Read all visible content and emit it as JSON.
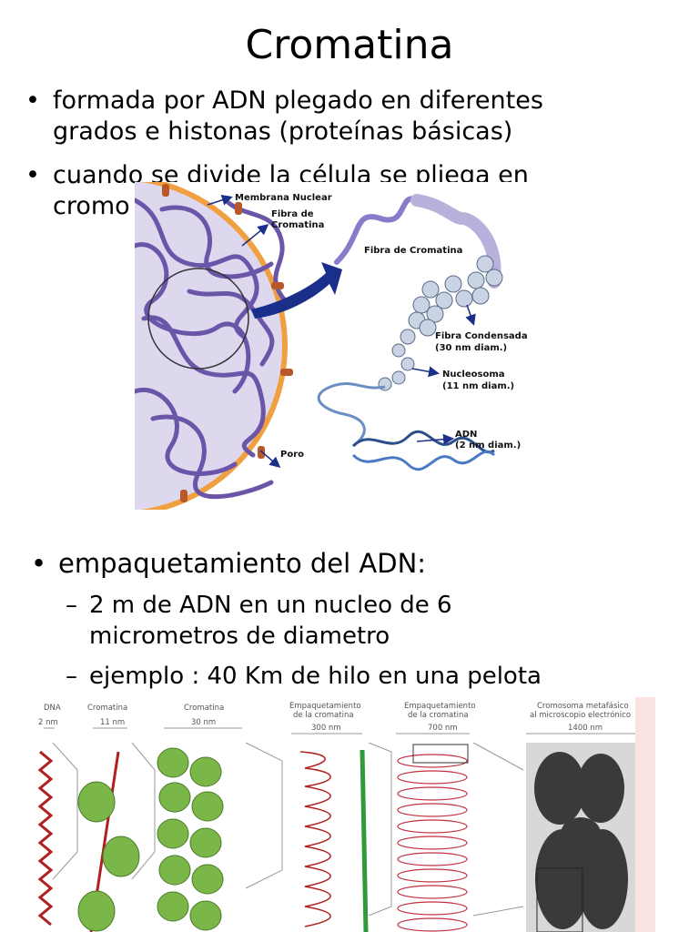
{
  "title": "Cromatina",
  "bullets": [
    {
      "line1": "formada por ADN plegado en diferentes",
      "line2": "grados e histonas (proteínas básicas)"
    },
    {
      "line1": "cuando se divide la célula se pliega en",
      "line2": "cromo"
    }
  ],
  "section2": {
    "heading": "empaquetamiento del ADN:",
    "items": [
      {
        "line1": "2 m de ADN en un nucleo de 6",
        "line2": "micrometros de diametro"
      },
      {
        "line1": "ejemplo : 40 Km de hilo en una pelota",
        "line2": ""
      }
    ]
  },
  "figure1": {
    "labels": {
      "membrana": "Membrana Nuclear",
      "fibra1": "Fibra de",
      "fibra2": "Cromatina",
      "fibra_main": "Fibra de Cromatina",
      "condensada1": "Fibra Condensada",
      "condensada2": "(30 nm diam.)",
      "nucleosoma1": "Nucleosoma",
      "nucleosoma2": "(11 nm diam.)",
      "adn1": "ADN",
      "adn2": "(2 nm diam.)",
      "poro": "Poro"
    }
  },
  "figure2": {
    "columns": [
      {
        "title": "DNA",
        "size": "2 nm"
      },
      {
        "title": "Cromatina",
        "size": "11 nm"
      },
      {
        "title": "Cromatina",
        "size": "30 nm"
      },
      {
        "title": "Empaquetamiento de la cromatina",
        "title1": "Empaquetamiento",
        "title2": "de la cromatina",
        "size": "300 nm"
      },
      {
        "title": "Empaquetamiento de la cromatina",
        "title1": "Empaquetamiento",
        "title2": "de la cromatina",
        "size": "700 nm"
      },
      {
        "title": "Cromosoma metafásico al microscopio electrónico",
        "title1": "Cromosoma metafásico",
        "title2": "al microscopio electrónico",
        "size": "1400 nm"
      }
    ]
  },
  "colors": {
    "chromatin": "#6a55a8",
    "membrane": "#f0a040",
    "arrow": "#1a2f8a",
    "histone": "#7ab648",
    "dna_red": "#b02020"
  }
}
